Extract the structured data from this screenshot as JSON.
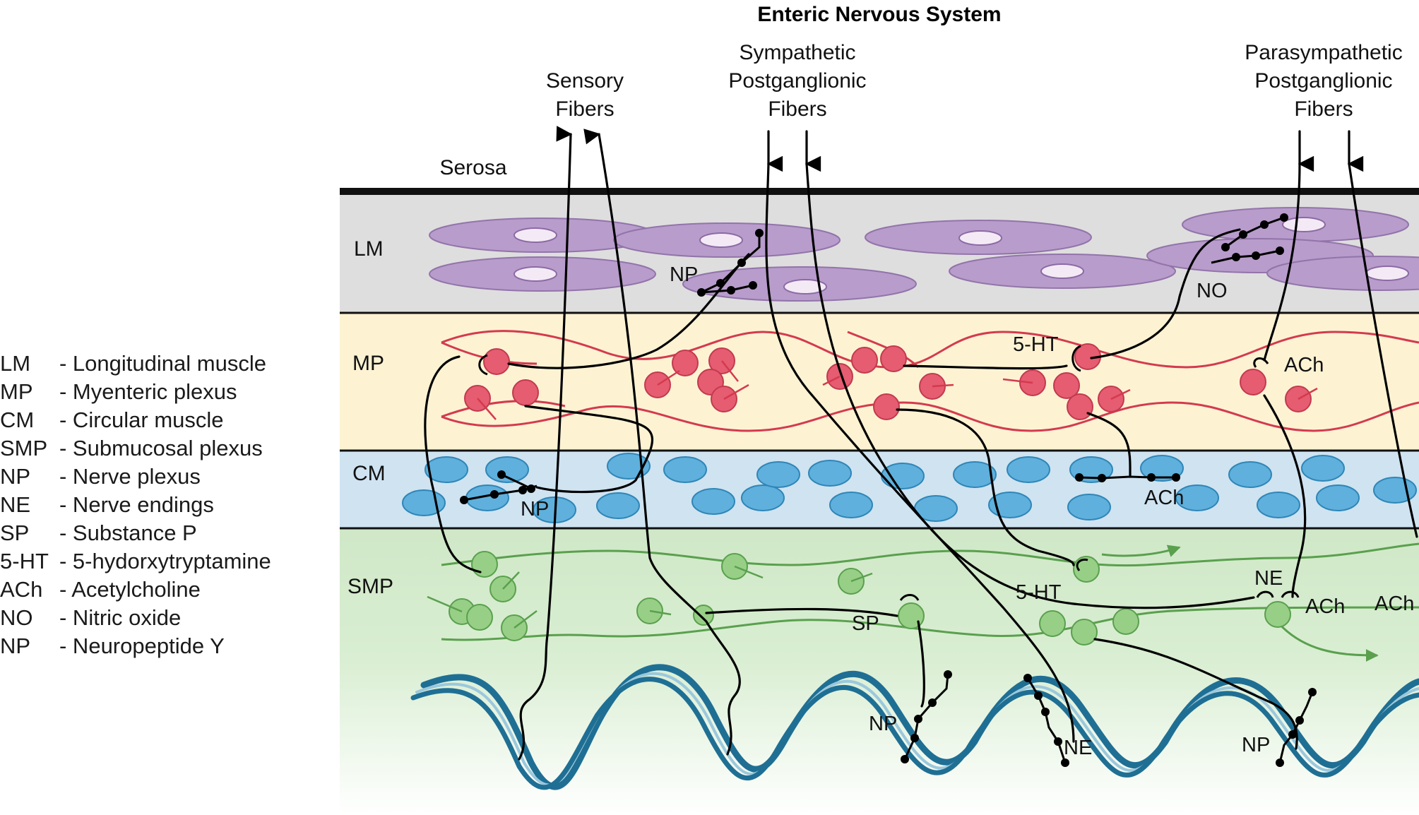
{
  "title": "Enteric Nervous System",
  "fiber_labels": {
    "sensory": [
      "Sensory",
      "Fibers"
    ],
    "sympathetic": [
      "Sympathetic",
      "Postganglionic",
      "Fibers"
    ],
    "parasympathetic": [
      "Parasympathetic",
      "Postganglionic",
      "Fibers"
    ]
  },
  "serosa_label": "Serosa",
  "layer_labels": {
    "lm": "LM",
    "mp": "MP",
    "cm": "CM",
    "smp": "SMP"
  },
  "annotations": {
    "np_lm": "NP",
    "no_lm": "NO",
    "ht_mp": "5-HT",
    "ach_mp": "ACh",
    "np_cm": "NP",
    "ach_cm": "ACh",
    "ht_smp": "5-HT",
    "ne_smp": "NE",
    "ach_smp_1": "ACh",
    "ach_smp_2": "ACh",
    "sp_smp": "SP",
    "np_muc_1": "NP",
    "ne_muc": "NE",
    "np_muc_2": "NP"
  },
  "legend": [
    {
      "abbr": "LM",
      "desc": "- Longitudinal muscle"
    },
    {
      "abbr": "MP",
      "desc": "- Myenteric plexus"
    },
    {
      "abbr": "CM",
      "desc": "- Circular muscle"
    },
    {
      "abbr": "SMP",
      "desc": "- Submucosal plexus"
    },
    {
      "abbr": "NP",
      "desc": "- Nerve plexus"
    },
    {
      "abbr": "NE",
      "desc": "- Nerve endings"
    },
    {
      "abbr": "SP",
      "desc": "- Substance P"
    },
    {
      "abbr": "5-HT",
      "desc": "- 5-hydorxytryptamine"
    },
    {
      "abbr": "ACh",
      "desc": "- Acetylcholine"
    },
    {
      "abbr": "NO",
      "desc": "- Nitric oxide"
    },
    {
      "abbr": "NP",
      "desc": "- Neuropeptide Y"
    }
  ],
  "colors": {
    "lm_band": "#dedede",
    "mp_band": "#fdf3d3",
    "cm_band": "#cfe3f1",
    "smp_band": "#cfe8c7",
    "lm_cell": "#b89ccb",
    "mp_cell": "#e65c70",
    "cm_cell": "#5fb0dc",
    "smp_cell": "#98cf87",
    "mucosa": "#1f6f94"
  }
}
